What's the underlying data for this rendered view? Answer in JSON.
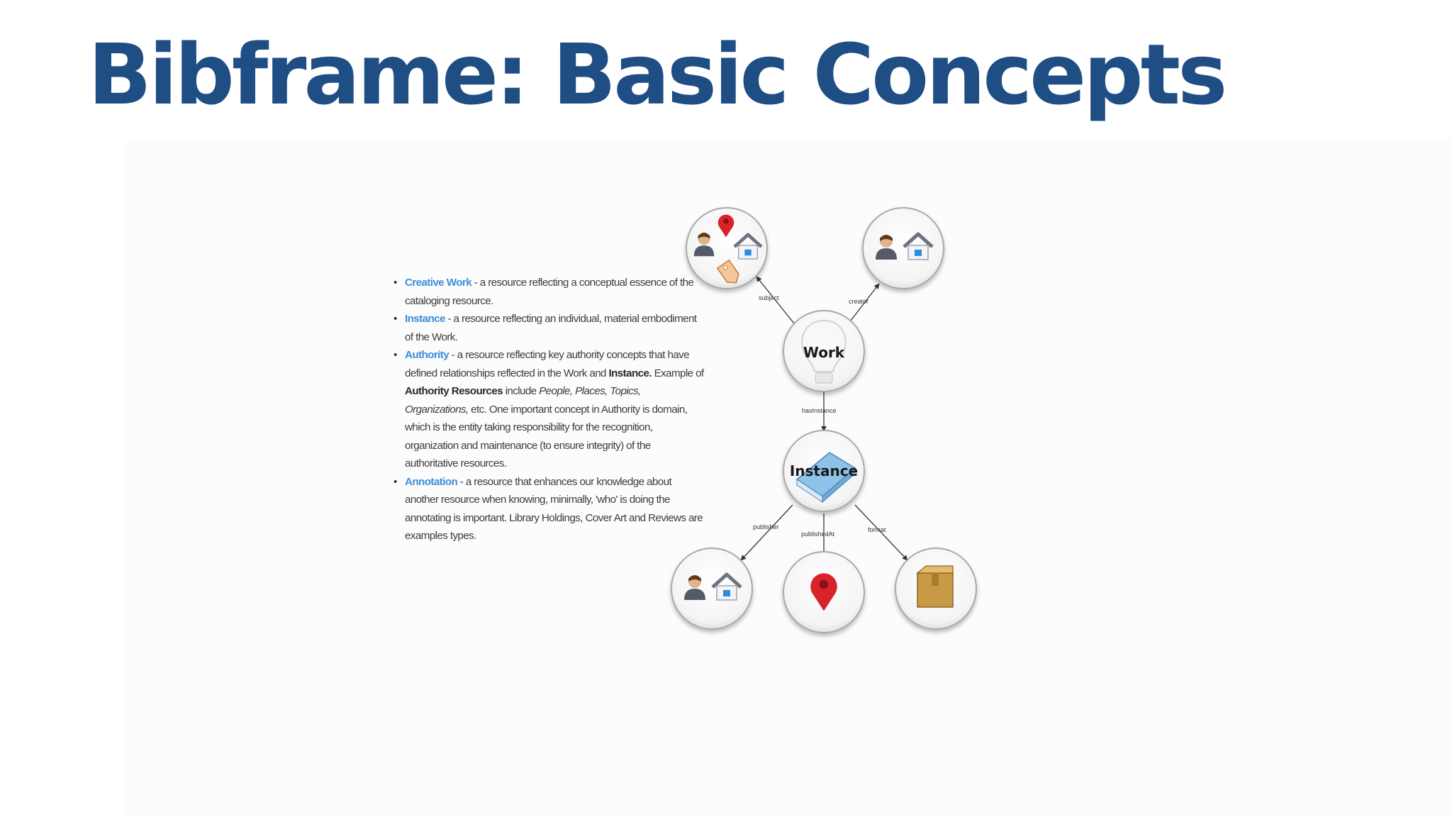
{
  "slide": {
    "title": "Bibframe: Basic Concepts"
  },
  "definitions": [
    {
      "term": "Creative Work",
      "text": " - a resource reflecting a conceptual essence of the cataloging resource."
    },
    {
      "term": "Instance",
      "text": " - a resource reflecting an individual, material embodiment of the Work."
    },
    {
      "term": "Authority",
      "text_1": " - a resource reflecting key authority concepts that have defined relationships reflected in the Work and ",
      "bold_1": "Instance.",
      "text_2": " Example of ",
      "bold_2": "Authority Resources",
      "text_3": " include ",
      "italic_1": "People, Places, Topics, Organizations,",
      "text_4": " etc. One important concept in Authority is domain, which is the entity taking responsibility for the recognition, organization and maintenance (to ensure integrity) of the authoritative resources."
    },
    {
      "term": "Annotation",
      "text": " - a resource that enhances our knowledge about another resource when knowing, minimally, 'who' is doing the annotating is important. Library Holdings, Cover Art and Reviews are examples types."
    }
  ],
  "diagram": {
    "nodes": {
      "work": "Work",
      "instance": "Instance"
    },
    "edges": {
      "subject": "subject",
      "creator": "creator",
      "has_instance": "hasInstance",
      "publisher": "publisher",
      "published_at": "publishedAt",
      "format": "format"
    },
    "icons": {
      "subject": [
        "person-icon",
        "map-pin-icon",
        "house-icon",
        "tag-icon"
      ],
      "creator": [
        "person-icon",
        "house-icon"
      ],
      "work": "lightbulb-icon",
      "instance": "book-icon",
      "publisher": [
        "person-icon",
        "house-icon"
      ],
      "published_at": "map-pin-icon",
      "format": "box-icon"
    },
    "colors": {
      "term": "#3a8fd8",
      "title": "#1f4e85",
      "pin": "#d9232a",
      "box": "#c99a45"
    }
  }
}
